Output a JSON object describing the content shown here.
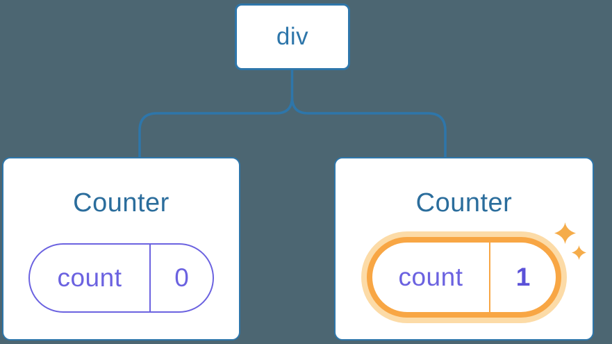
{
  "diagram": {
    "description": "component tree with preserved state",
    "root": {
      "label": "div"
    },
    "children": [
      {
        "title": "Counter",
        "state": {
          "key": "count",
          "value": "0"
        },
        "highlighted": false
      },
      {
        "title": "Counter",
        "state": {
          "key": "count",
          "value": "1"
        },
        "highlighted": true
      }
    ]
  },
  "icons": {
    "sparkle": "sparkle-icon"
  },
  "colors": {
    "background": "#4C6672",
    "node_blue": "#2E76AA",
    "title_blue": "#2B6D9C",
    "state_purple": "#6B62E0",
    "state_value_purple": "#5B51D8",
    "highlight_orange": "#F8A644",
    "highlight_glow": "#FCDBA7",
    "sparkle_orange": "#F5AC4A"
  }
}
